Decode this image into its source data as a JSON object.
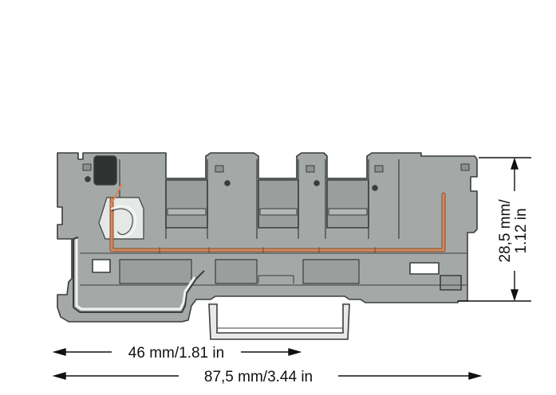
{
  "dimensions": {
    "width_short": "46 mm/1.81 in",
    "width_total": "87,5 mm/3.44 in",
    "height_line1": "28,5 mm/",
    "height_line2": "1.12 in"
  },
  "colors": {
    "housing": "#a4a9a7",
    "housing_dark": "#8c9290",
    "housing_light": "#b3b8b6",
    "outline": "#3a3d3c",
    "copper": "#d08a5e",
    "copper_dark": "#8a4e2c",
    "dimension_line": "#111111"
  },
  "icons": [
    "terminal-block-drawing",
    "din-rail-clip-icon",
    "copper-busbar-icon"
  ]
}
